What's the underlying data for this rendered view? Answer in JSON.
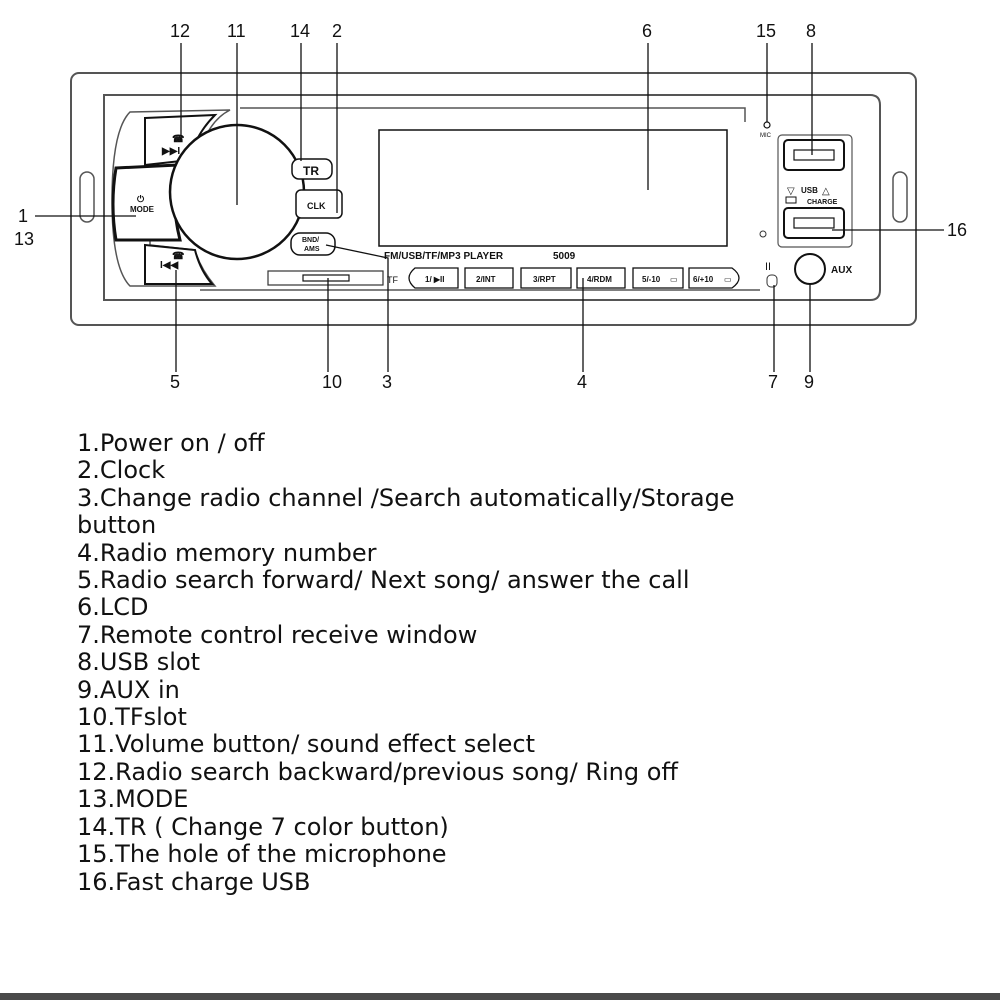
{
  "device": {
    "model_line": "FM/USB/TF/MP3 PLAYER",
    "model_number": "5009",
    "mode_label": "MODE",
    "tr_label": "TR",
    "clk_label": "CLK",
    "bnd_label_1": "BND/",
    "bnd_label_2": "AMS",
    "tf_label": "TF",
    "mic_label": "MIC",
    "usb_label": "USB",
    "charge_label": "CHARGE",
    "aux_label": "AUX",
    "preset_buttons": [
      "1/ ▶II",
      "2/INT",
      "3/RPT",
      "4/RDM",
      "5/-10",
      "6/+10"
    ]
  },
  "callouts": [
    "12",
    "11",
    "14",
    "2",
    "6",
    "15",
    "8",
    "1",
    "13",
    "16",
    "5",
    "10",
    "3",
    "4",
    "7",
    "9"
  ],
  "legend": [
    "1.Power on / off",
    "2.Clock",
    "3.Change radio channel /Search automatically/Storage button",
    "4.Radio memory number",
    "5.Radio search forward/ Next song/ answer the call",
    "6.LCD",
    "7.Remote control receive window",
    "8.USB slot",
    "9.AUX in",
    "10.TFslot",
    "11.Volume button/ sound effect select",
    "12.Radio search backward/previous song/ Ring off",
    "13.MODE",
    "14.TR ( Change 7 color button)",
    "15.The hole of the microphone",
    "16.Fast charge USB"
  ]
}
